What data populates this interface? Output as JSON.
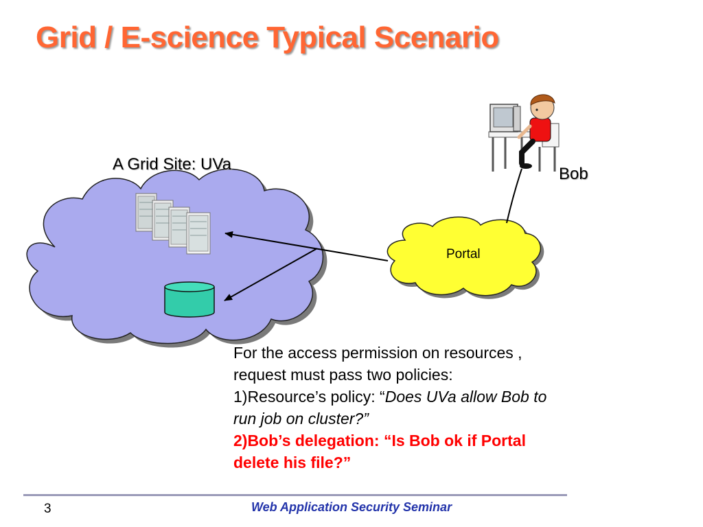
{
  "slide": {
    "title": "Grid / E-science Typical Scenario",
    "page_number": "3",
    "footer": "Web Application Security Seminar"
  },
  "diagram": {
    "grid_site_label": "A Grid Site: UVa",
    "user_label": "Bob",
    "portal_label": "Portal"
  },
  "description": {
    "line1": "For the access permission on resources ,",
    "line2": "request must pass two policies:",
    "policy1_prefix": "1)Resource’s policy: “",
    "policy1_question_a": "Does UVa allow Bob to",
    "policy1_question_b": "run job on cluster?”",
    "policy2_a": "2)Bob’s delegation: “Is Bob ok if Portal",
    "policy2_b": "delete his file?”"
  },
  "colors": {
    "title": "#ff6633",
    "grid_cloud": "#aaaaee",
    "portal_cloud": "#ffff33",
    "database": "#33ccaa",
    "highlight_text": "#ff0000",
    "footer_text": "#2233aa"
  }
}
